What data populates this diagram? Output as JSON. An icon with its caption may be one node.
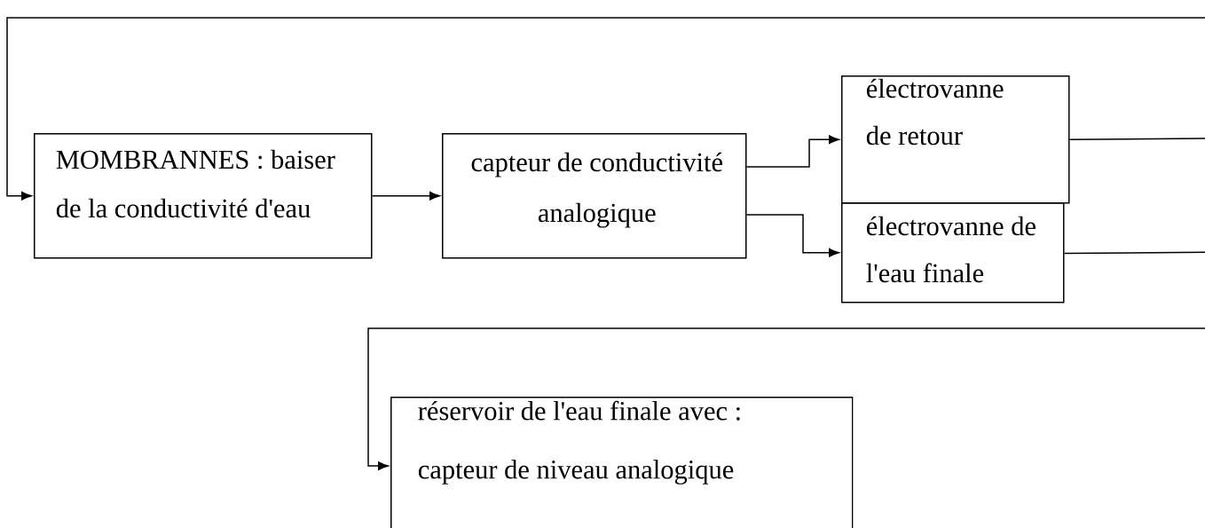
{
  "diagram": {
    "nodes": [
      {
        "text": [
          "MOMBRANNES : baiser de la conductivité d'eau"
        ]
      },
      {
        "text": [
          "capteur de conductivité analogique"
        ]
      },
      {
        "text": [
          "électrovanne de retour"
        ]
      },
      {
        "text": [
          "électrovanne de l'eau finale"
        ]
      },
      {
        "text": [
          "réservoir de l'eau finale avec :",
          "capteur de niveau analogique"
        ]
      }
    ],
    "edges": [
      {
        "from": 2,
        "to": 0,
        "arrow": "to"
      },
      {
        "from": 3,
        "to": 4,
        "arrow": "to"
      },
      {
        "from": 0,
        "to": 1,
        "arrow": "to"
      },
      {
        "from": 1,
        "to": 2,
        "arrow": "to"
      },
      {
        "from": 1,
        "to": 3,
        "arrow": "to"
      }
    ]
  }
}
